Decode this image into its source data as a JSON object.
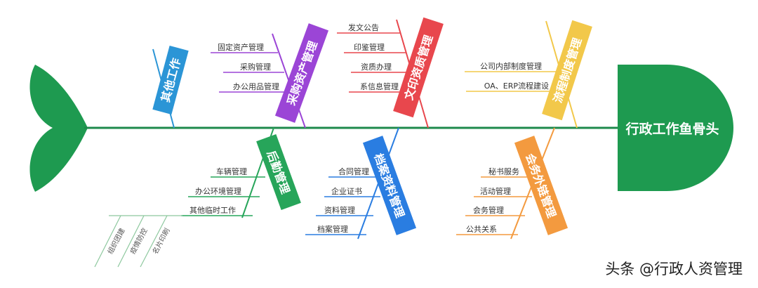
{
  "head": {
    "label": "行政工作鱼骨头"
  },
  "colors": {
    "spine": "#1e8a4c",
    "tail": "#1e9a50",
    "head": "#1e9a50"
  },
  "categories": [
    {
      "id": "other",
      "label": "其他工作",
      "color": "#2b95d6",
      "items": []
    },
    {
      "id": "procure",
      "label": "采购资产管理",
      "color": "#9b45d6",
      "items": [
        "固定资产管理",
        "采购管理",
        "办公用品管理"
      ]
    },
    {
      "id": "docs",
      "label": "文印资质管理",
      "color": "#e8474d",
      "items": [
        "发文公告",
        "印鉴管理",
        "资质办理",
        "系信息管理"
      ]
    },
    {
      "id": "process",
      "label": "流程制度管理",
      "color": "#f2c84a",
      "items": [
        "公司内部制度管理",
        "OA、ERP流程建设"
      ]
    },
    {
      "id": "logistics",
      "label": "后勤管理",
      "color": "#27a55a",
      "items": [
        "车辆管理",
        "办公环境管理",
        "其他临时工作"
      ],
      "sub_items": [
        "组织团建",
        "疫情防控",
        "名片印刷"
      ]
    },
    {
      "id": "archive",
      "label": "档案资料管理",
      "color": "#2a7de1",
      "items": [
        "合同管理",
        "企业证书",
        "资料管理",
        "档案管理"
      ]
    },
    {
      "id": "external",
      "label": "会务外链管理",
      "color": "#f39a3f",
      "items": [
        "秘书服务",
        "活动管理",
        "会务管理",
        "公共关系"
      ]
    }
  ],
  "watermark": "头条 @行政人资管理"
}
